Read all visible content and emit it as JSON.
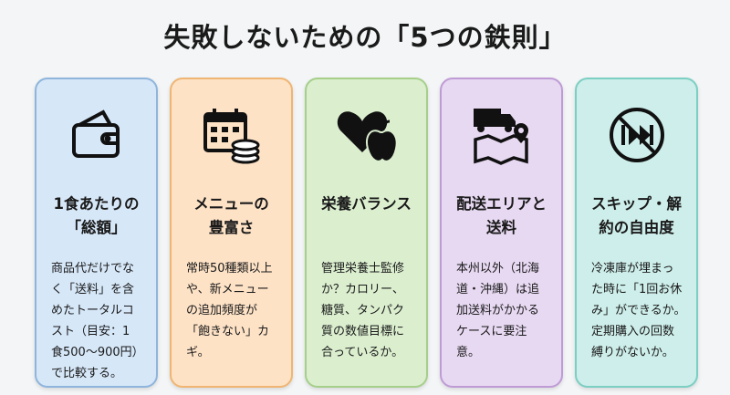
{
  "title": "失敗しないための「5つの鉄則」",
  "cards": [
    {
      "icon": "wallet-icon",
      "color": "#d6e7f8",
      "border": "#8fb5dc",
      "heading": [
        "1食あたりの",
        "「総額」"
      ],
      "body": [
        "商品代だけでな",
        "く「送料」を含",
        "めたトータルコ",
        "スト（目安：1",
        "食500〜900円）",
        "で比較する。"
      ]
    },
    {
      "icon": "calendar-coins-icon",
      "color": "#fde2c6",
      "border": "#f0b572",
      "heading": [
        "メニューの",
        "豊富さ"
      ],
      "body": [
        "常時50種類以上",
        "や、新メニュー",
        "の追加頻度が",
        "「飽きない」カ",
        "ギ。"
      ]
    },
    {
      "icon": "heart-apple-icon",
      "color": "#dbefcf",
      "border": "#a6cf8b",
      "heading": [
        "栄養バランス"
      ],
      "body": [
        "管理栄養士監修",
        "か？カロリー、",
        "糖質、タンパク",
        "質の数値目標に",
        "合っているか。"
      ]
    },
    {
      "icon": "truck-map-icon",
      "color": "#e7d9f2",
      "border": "#bf9bd6",
      "heading": [
        "配送エリアと",
        "送料"
      ],
      "body": [
        "本州以外（北海",
        "道・沖縄）は追",
        "加送料がかかる",
        "ケースに要注",
        "意。"
      ]
    },
    {
      "icon": "no-skip-icon",
      "color": "#cdeeea",
      "border": "#7ccfc3",
      "heading": [
        "スキップ・解",
        "約の自由度"
      ],
      "body": [
        "冷凍庫が埋まっ",
        "た時に「1回お休",
        "み」ができるか。",
        "定期購入の回数",
        "縛りがないか。"
      ]
    }
  ]
}
